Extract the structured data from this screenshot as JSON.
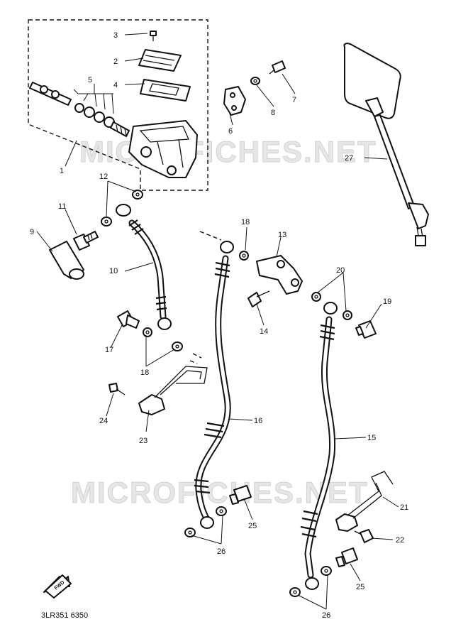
{
  "watermark": "MICROFICHES.NET",
  "diagram_code": "3LR351 6350",
  "fwd_label": "FWD",
  "colors": {
    "ink": "#111111",
    "paper": "#ffffff",
    "watermark": "#e6e6e6"
  },
  "callouts": [
    "1",
    "2",
    "3",
    "4",
    "5",
    "6",
    "7",
    "8",
    "9",
    "10",
    "11",
    "12",
    "13",
    "14",
    "15",
    "16",
    "17",
    "18",
    "18",
    "19",
    "20",
    "21",
    "22",
    "23",
    "24",
    "25",
    "25",
    "26",
    "26",
    "27"
  ]
}
